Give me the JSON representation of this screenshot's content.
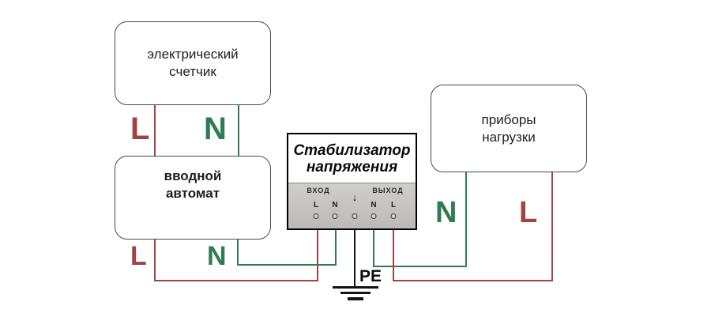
{
  "colors": {
    "phase": "#a04343",
    "neutral": "#2e7d50",
    "ground": "#141414"
  },
  "meter": {
    "line1": "электрический",
    "line2": "счетчик"
  },
  "breaker": {
    "line1": "вводной",
    "line2": "автомат"
  },
  "stabilizer": {
    "title1": "Стабилизатор",
    "title2": "напряжения",
    "input_label": "ВХОД",
    "output_label": "ВЫХОД",
    "terminals": {
      "t1": "L",
      "t2": "N",
      "t3": "↓",
      "t4": "N",
      "t5": "L"
    }
  },
  "load": {
    "line1": "приборы",
    "line2": "нагрузки"
  },
  "wire_labels": {
    "top_l": "L",
    "top_n": "N",
    "mid_l": "L",
    "mid_n": "N",
    "out_n": "N",
    "out_l": "L"
  },
  "ground": {
    "label": "PE"
  }
}
